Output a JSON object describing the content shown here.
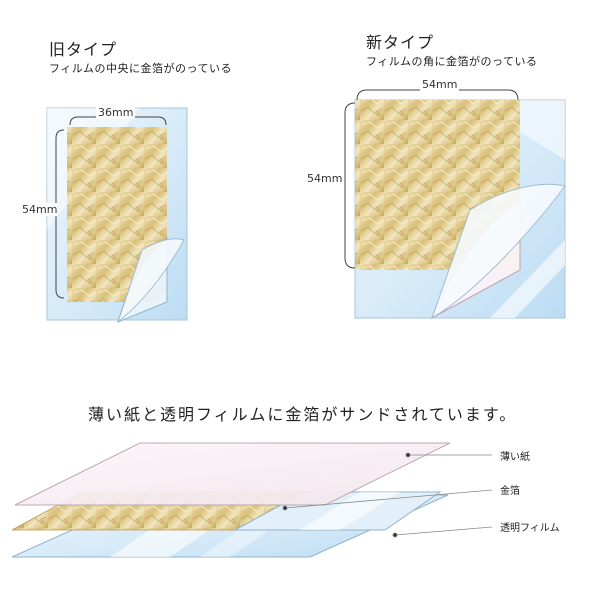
{
  "old_type": {
    "title": "旧タイプ",
    "subtitle": "フィルムの中央に金箔がのっている",
    "width_label": "36mm",
    "height_label": "54mm"
  },
  "new_type": {
    "title": "新タイプ",
    "subtitle": "フィルムの角に金箔がのっている",
    "width_label": "54mm",
    "height_label": "54mm"
  },
  "layers": {
    "heading": "薄い紙と透明フィルムに金箔がサンドされています。",
    "items": [
      {
        "label": "薄い紙"
      },
      {
        "label": "金箔"
      },
      {
        "label": "透明フィルム"
      }
    ]
  },
  "colors": {
    "film": "#d9ecf8",
    "gold": "#e2cf95",
    "paper": "#f8eef3",
    "leader": "#888888"
  }
}
